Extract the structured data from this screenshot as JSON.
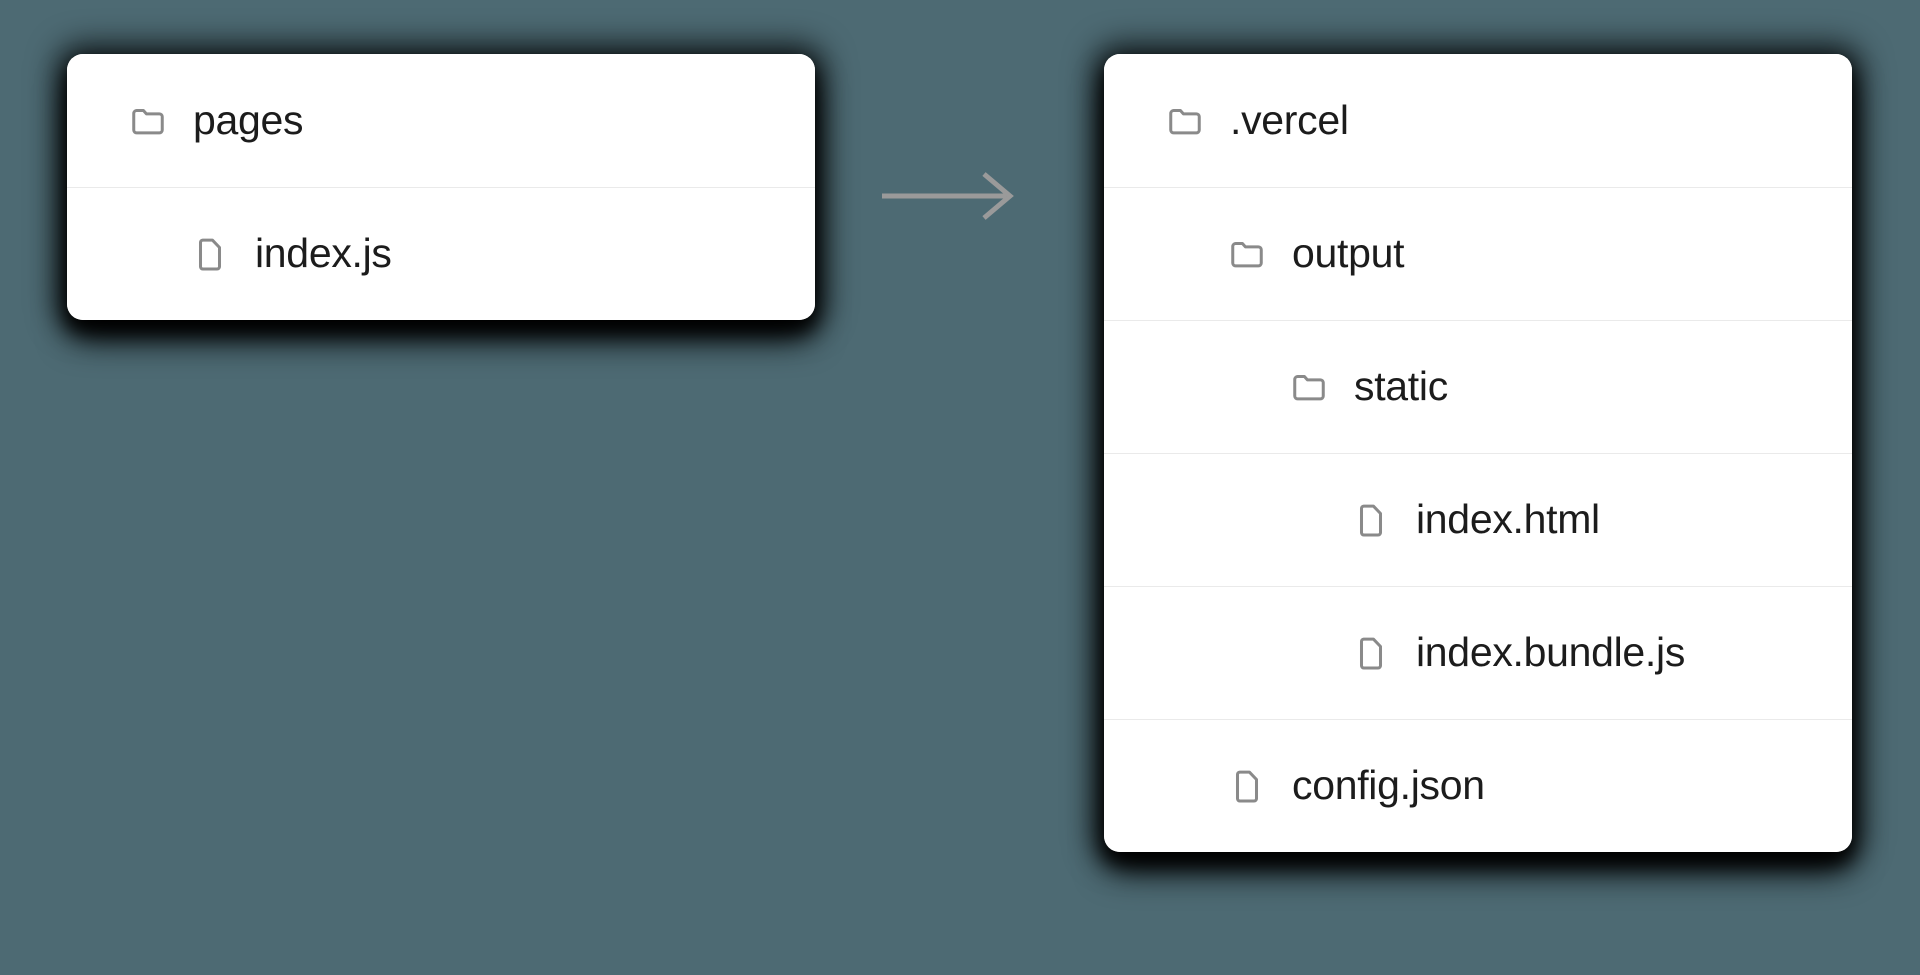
{
  "canvas": {
    "background_color": "#4d6a73",
    "card_background_color": "#ffffff",
    "divider_color": "#eaeaea",
    "text_color": "#1c1c1c",
    "icon_stroke_color": "#8a8a8a",
    "arrow_color": "#9a9a9a"
  },
  "diagram": {
    "type": "before-after-file-tree",
    "connector": {
      "icon": "arrow-right-icon",
      "direction": "right"
    }
  },
  "source_card": {
    "name": "source-file-tree",
    "rows": [
      {
        "icon": "folder-icon",
        "type": "folder",
        "label": "pages",
        "indent": 0
      },
      {
        "icon": "file-icon",
        "type": "file",
        "label": "index.js",
        "indent": 1
      }
    ]
  },
  "output_card": {
    "name": "output-file-tree",
    "rows": [
      {
        "icon": "folder-icon",
        "type": "folder",
        "label": ".vercel",
        "indent": 0
      },
      {
        "icon": "folder-icon",
        "type": "folder",
        "label": "output",
        "indent": 1
      },
      {
        "icon": "folder-icon",
        "type": "folder",
        "label": "static",
        "indent": 2
      },
      {
        "icon": "file-icon",
        "type": "file",
        "label": "index.html",
        "indent": 3
      },
      {
        "icon": "file-icon",
        "type": "file",
        "label": "index.bundle.js",
        "indent": 3
      },
      {
        "icon": "file-icon",
        "type": "file",
        "label": "config.json",
        "indent": 1
      }
    ]
  }
}
